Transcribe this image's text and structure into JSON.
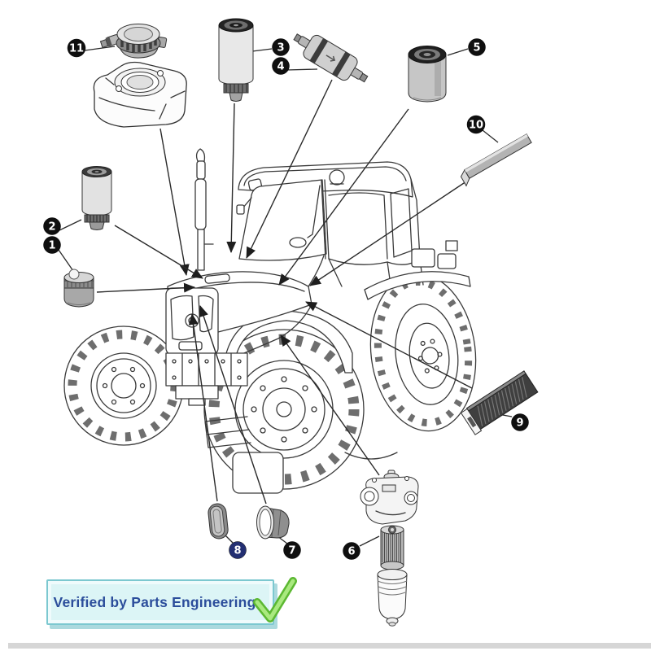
{
  "diagram": {
    "type": "exploded-parts-diagram",
    "subject": "tractor-filters",
    "callouts": [
      {
        "number": "1"
      },
      {
        "number": "2"
      },
      {
        "number": "3"
      },
      {
        "number": "4"
      },
      {
        "number": "5"
      },
      {
        "number": "6"
      },
      {
        "number": "7"
      },
      {
        "number": "8"
      },
      {
        "number": "9"
      },
      {
        "number": "10"
      },
      {
        "number": "11"
      }
    ]
  },
  "badge": {
    "label": "Verified by Parts Engineering",
    "check_icon": "green-checkmark"
  },
  "colors": {
    "leader_line": "#2a2a2a",
    "callout_bg": "#0f0f0f",
    "callout_8_bg": "#232f72",
    "callout_text": "#ffffff",
    "badge_bg": "#dcf5f6",
    "badge_border": "#7cc8d0",
    "badge_shadow": "#66b9c2",
    "badge_text": "#2b4d9b",
    "check_green": "#5cb832",
    "check_green_light": "#a9e97f",
    "footer_bar": "#cfcfcf"
  }
}
